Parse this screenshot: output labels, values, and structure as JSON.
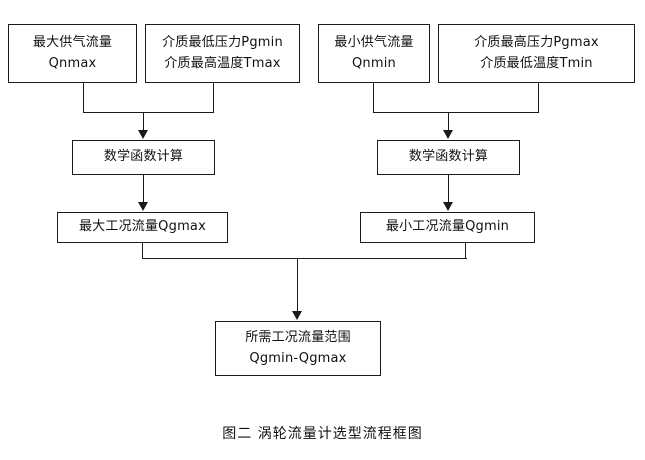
{
  "figure": {
    "caption": "图二  涡轮流量计选型流程框图",
    "colors": {
      "stroke": "#1a1a1a",
      "background": "#ffffff",
      "text": "#111111"
    }
  },
  "nodes": {
    "max_supply_flow": {
      "line1": "最大供气流量",
      "line2": "Qnmax"
    },
    "medium_min_pressure": {
      "line1": "介质最低压力Pgmin",
      "line2": "介质最高温度Tmax"
    },
    "min_supply_flow": {
      "line1": "最小供气流量",
      "line2": "Qnmin"
    },
    "medium_max_pressure": {
      "line1": "介质最高压力Pgmax",
      "line2": "介质最低温度Tmin"
    },
    "math_calc_left": {
      "line1": "数学函数计算"
    },
    "math_calc_right": {
      "line1": "数学函数计算"
    },
    "max_working_flow": {
      "line1": "最大工况流量Qgmax"
    },
    "min_working_flow": {
      "line1": "最小工况流量Qgmin"
    },
    "required_flow_range": {
      "line1": "所需工况流量范围",
      "line2": "Qgmin-Qgmax"
    }
  }
}
